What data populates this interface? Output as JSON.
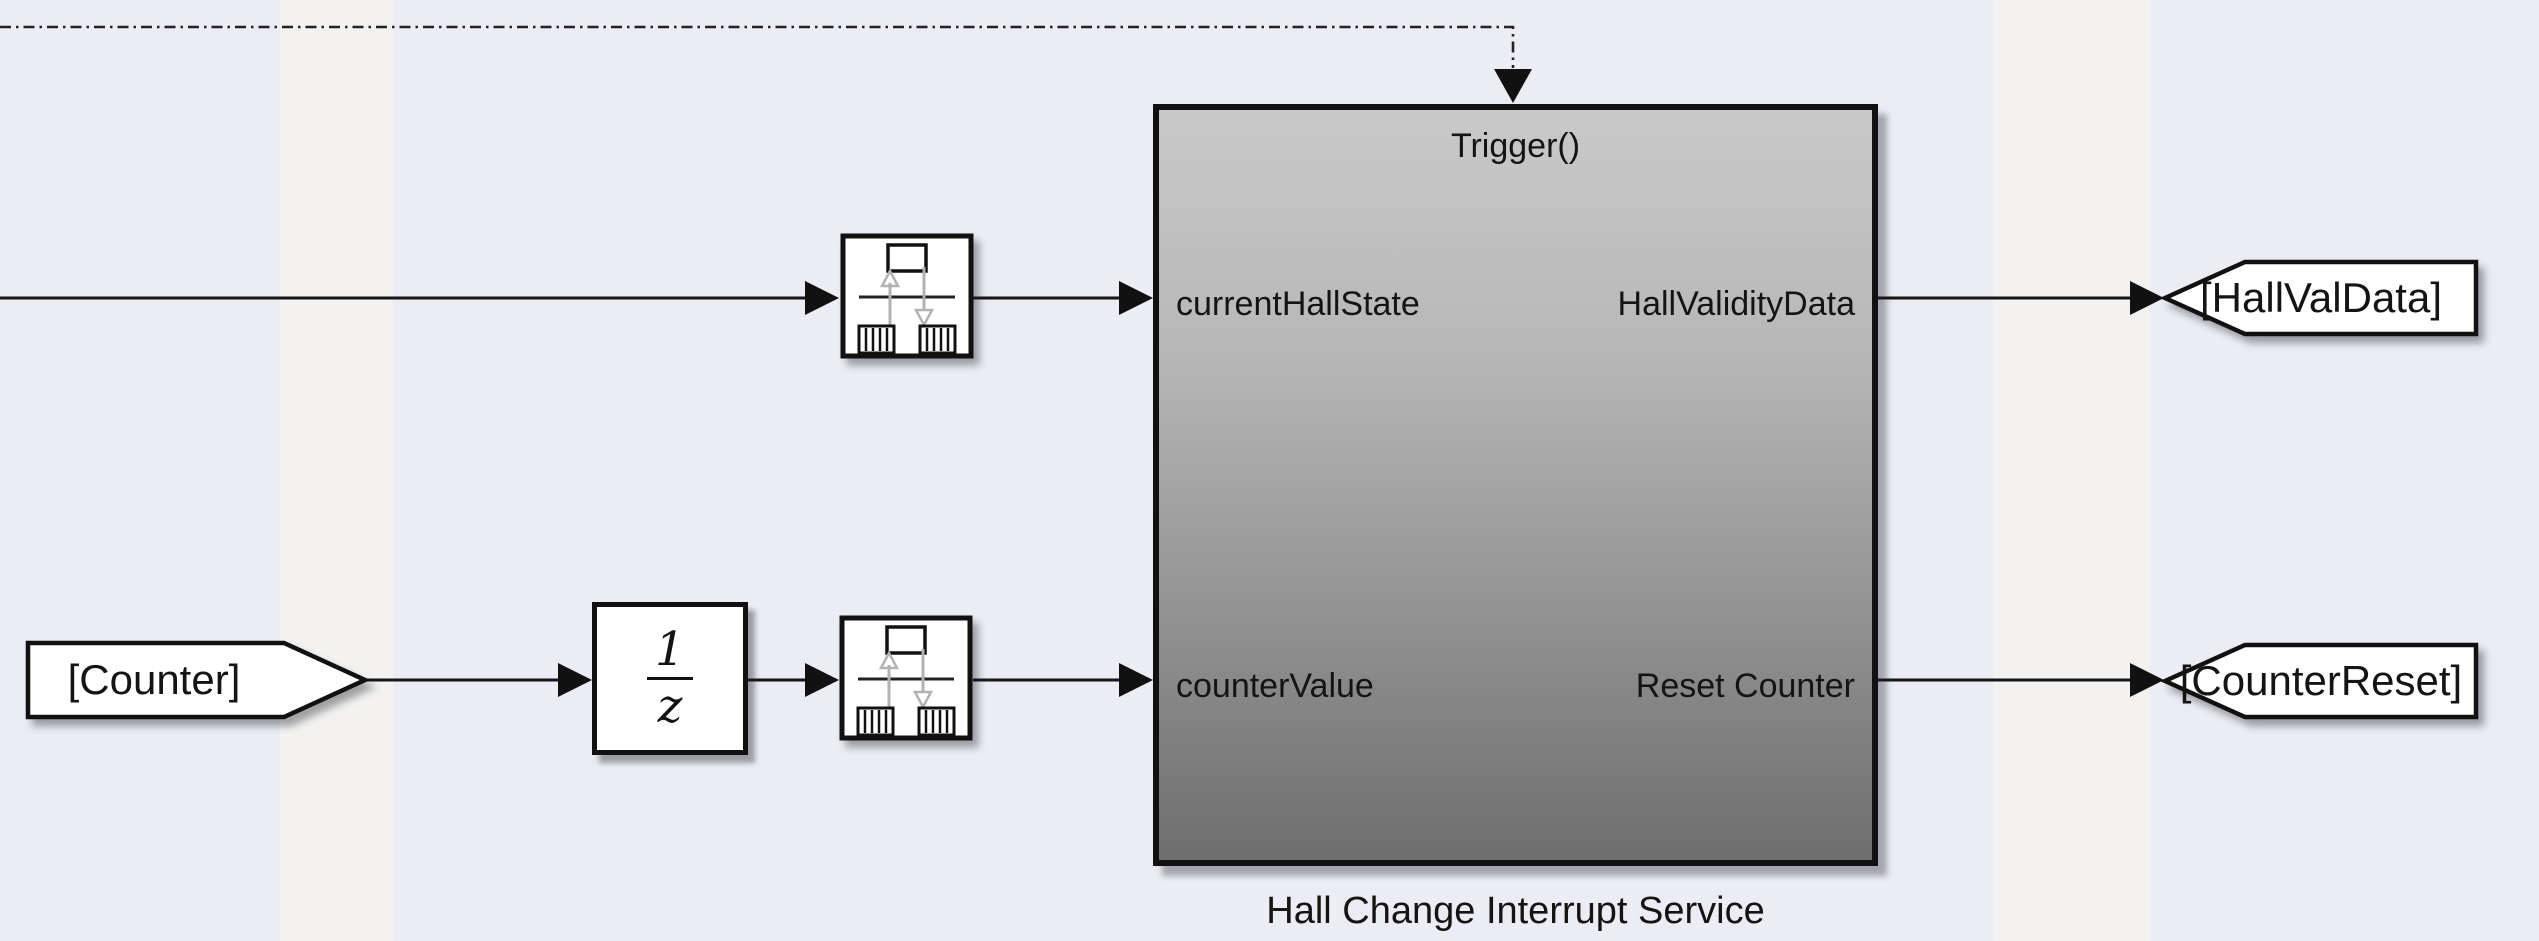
{
  "colors": {
    "canvas": "#ebecf4",
    "stripe": "#f3f2f0",
    "line": "#161616",
    "block_border": "#111111",
    "block_fill": "#ffffff",
    "subsystem_top": "#c9c9c9",
    "subsystem_bottom": "#6e6e6e",
    "text": "#141414",
    "icon_gray": "#b2b2b2"
  },
  "subsystem": {
    "trigger_label": "Trigger()",
    "inputs": [
      "currentHallState",
      "counterValue"
    ],
    "outputs": [
      "HallValidityData",
      "Reset Counter"
    ],
    "name": "Hall Change Interrupt Service"
  },
  "tags": {
    "from_counter": "[Counter]",
    "goto_hall_val_data": "[HallValData]",
    "goto_counter_reset": "[CounterReset]"
  },
  "unit_delay": {
    "numerator": "1",
    "denominator": "z"
  }
}
